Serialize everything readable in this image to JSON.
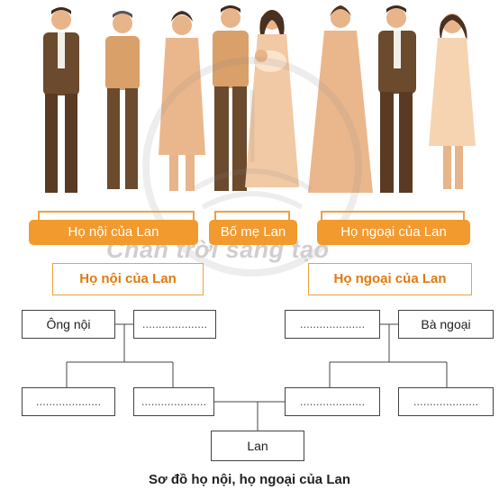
{
  "watermark": "Chân trời sáng tạo",
  "groups": {
    "paternal_label": "Họ nội của Lan",
    "parents_label": "Bố mẹ Lan",
    "maternal_label": "Họ ngoại của Lan"
  },
  "tree": {
    "paternal_title": "Họ nội của Lan",
    "maternal_title": "Họ ngoại của Lan",
    "grandfather_paternal": "Ông nội",
    "grandmother_paternal_blank": "....................",
    "grandfather_maternal_blank": "....................",
    "grandmother_maternal": "Bà ngoại",
    "father_blank": "....................",
    "paternal_relative_blank": "....................",
    "maternal_relative_blank": "....................",
    "mother_blank": "....................",
    "child": "Lan"
  },
  "caption": "Sơ đồ họ nội, họ ngoại của Lan",
  "colors": {
    "accent": "#f29a2e",
    "skin": "#e8b48a",
    "brown": "#7a4a28"
  }
}
